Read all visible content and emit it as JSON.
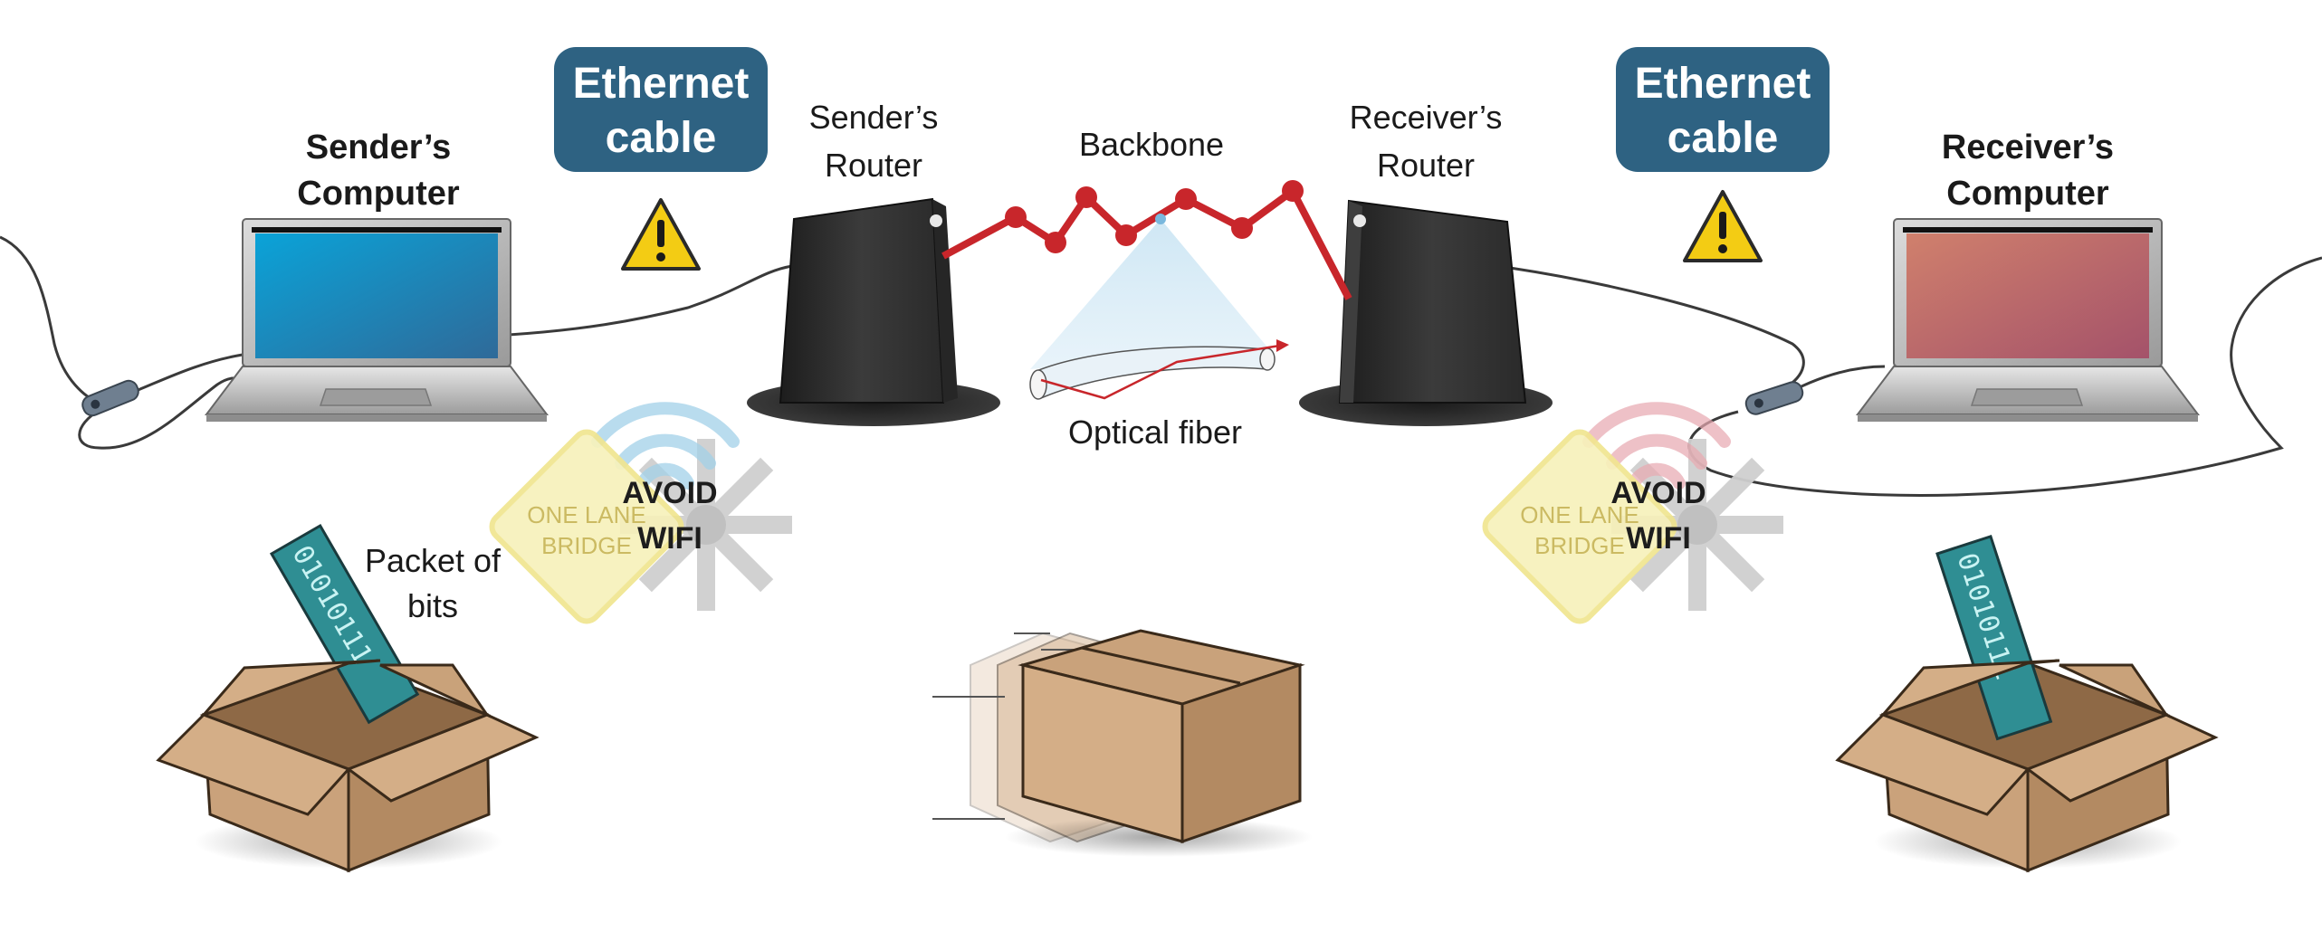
{
  "colors": {
    "badge": "#2e6282",
    "link": "#c8262b",
    "warning": "#f3cc14",
    "sender_screen": "#1e86c4",
    "receiver_screen": "#b76b6a",
    "wifi_sender": "#9ecfe8",
    "wifi_receiver": "#e8a9b0",
    "box": "#d0aa83",
    "bits_strip": "#2f8e93"
  },
  "labels": {
    "senders_computer_line1": "Sender’s",
    "senders_computer_line2": "Computer",
    "senders_router_line1": "Sender’s",
    "senders_router_line2": "Router",
    "backbone": "Backbone",
    "receivers_router_line1": "Receiver’s",
    "receivers_router_line2": "Router",
    "receivers_computer_line1": "Receiver’s",
    "receivers_computer_line2": "Computer",
    "optical_fiber": "Optical fiber",
    "packet_line1": "Packet of",
    "packet_line2": "bits"
  },
  "ethernet_badges": [
    {
      "line1": "Ethernet",
      "line2": "cable"
    },
    {
      "line1": "Ethernet",
      "line2": "cable"
    }
  ],
  "avoid_wifi": [
    {
      "line1": "AVOID",
      "line2": "WIFI",
      "sign_line1": "ONE LANE",
      "sign_line2": "BRIDGE"
    },
    {
      "line1": "AVOID",
      "line2": "WIFI",
      "sign_line1": "ONE LANE",
      "sign_line2": "BRIDGE"
    }
  ],
  "packets": {
    "sender_bits": "01010111",
    "receiver_bits": "01010111"
  },
  "icons": [
    "laptop-icon",
    "router-icon",
    "warning-icon",
    "wifi-icon",
    "road-sign-icon",
    "box-icon",
    "power-adapter-icon",
    "optical-fiber-icon"
  ]
}
